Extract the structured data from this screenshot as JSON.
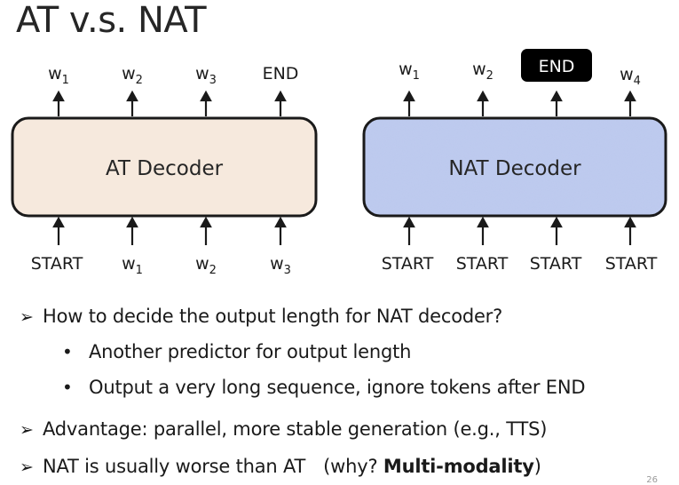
{
  "slide": {
    "title": "AT v.s. NAT",
    "page_number": "26"
  },
  "at_decoder": {
    "label": "AT Decoder",
    "outputs": [
      {
        "base": "w",
        "sub": "1"
      },
      {
        "base": "w",
        "sub": "2"
      },
      {
        "base": "w",
        "sub": "3"
      },
      {
        "base": "END",
        "sub": ""
      }
    ],
    "inputs": [
      {
        "base": "START",
        "sub": ""
      },
      {
        "base": "w",
        "sub": "1"
      },
      {
        "base": "w",
        "sub": "2"
      },
      {
        "base": "w",
        "sub": "3"
      }
    ]
  },
  "nat_decoder": {
    "label": "NAT Decoder",
    "outputs": [
      {
        "base": "w",
        "sub": "1"
      },
      {
        "base": "w",
        "sub": "2"
      },
      {
        "base": "END",
        "sub": "",
        "highlight": true
      },
      {
        "base": "w",
        "sub": "4"
      }
    ],
    "inputs": [
      {
        "base": "START",
        "sub": ""
      },
      {
        "base": "START",
        "sub": ""
      },
      {
        "base": "START",
        "sub": ""
      },
      {
        "base": "START",
        "sub": ""
      }
    ]
  },
  "colors": {
    "at_fill": "#f6e9dd",
    "nat_fill": "#bcc8ec",
    "stroke": "#1a1a1a",
    "badge": "#000000"
  },
  "bullets": {
    "b1": "How to decide the output length for NAT decoder?",
    "b1a": "Another predictor for output length",
    "b1b": "Output a very long sequence, ignore tokens after END",
    "b2": "Advantage: parallel, more stable generation (e.g., TTS)",
    "b3_prefix": "NAT is usually worse than AT",
    "b3_paren_open": "(why? ",
    "b3_bold": "Multi-modality",
    "b3_paren_close": ")"
  },
  "glyphs": {
    "arrow": "➢",
    "dot": "•"
  }
}
